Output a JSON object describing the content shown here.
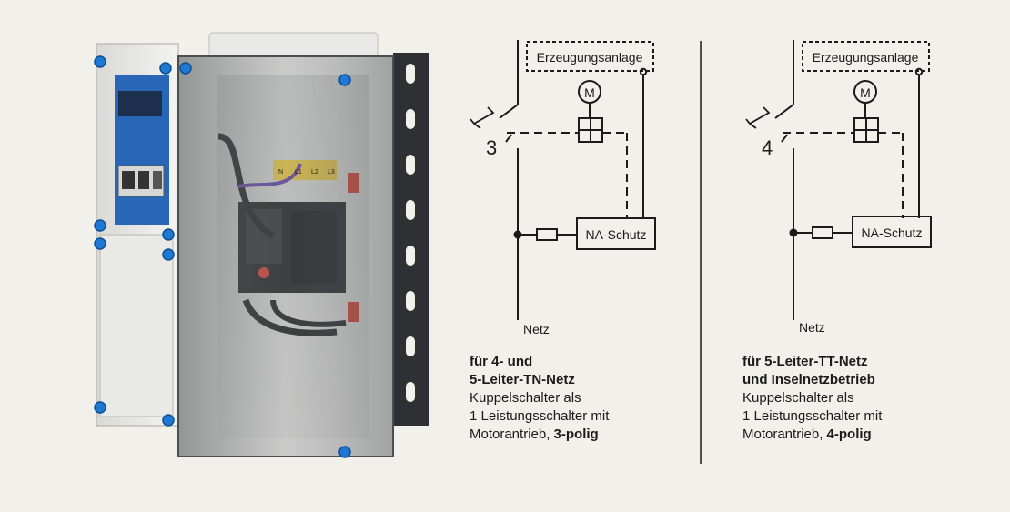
{
  "colors": {
    "background": "#f1f0ea",
    "blue_panel": "#2a66b8",
    "accent_blue": "#1f78d1",
    "line": "#1b1b1b",
    "hazard_red": "#d8463a"
  },
  "photo": {
    "terminal_labels": [
      "N",
      "L1",
      "L2",
      "L3"
    ]
  },
  "diagrams": [
    {
      "id": "tn",
      "generator_label": "Erzeugungsanlage",
      "motor_label": "M",
      "pole_count": "3",
      "protection_label": "NA-Schutz",
      "grid_label": "Netz"
    },
    {
      "id": "tt",
      "generator_label": "Erzeugungsanlage",
      "motor_label": "M",
      "pole_count": "4",
      "protection_label": "NA-Schutz",
      "grid_label": "Netz"
    }
  ],
  "captions": [
    {
      "heading_line1": "für 4- und",
      "heading_line2": "5-Leiter-TN-Netz",
      "line3": "Kuppelschalter als",
      "line4": "1 Leistungsschalter mit",
      "line5_prefix": "Motorantrieb, ",
      "line5_bold": "3-polig"
    },
    {
      "heading_line1": "für 5-Leiter-TT-Netz",
      "heading_line2": "und Inselnetzbetrieb",
      "line3": "Kuppelschalter als",
      "line4": "1 Leistungsschalter mit",
      "line5_prefix": "Motorantrieb, ",
      "line5_bold": "4-polig"
    }
  ]
}
